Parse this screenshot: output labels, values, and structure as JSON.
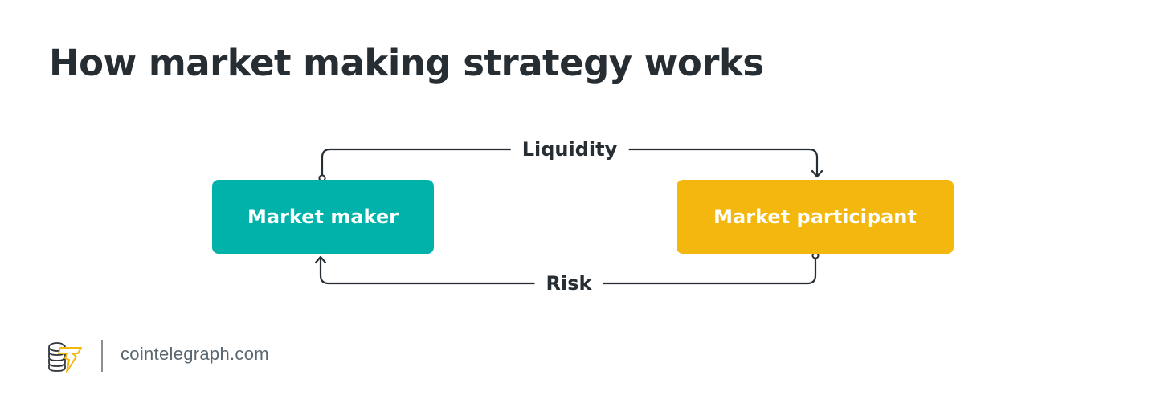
{
  "title": "How market making strategy works",
  "diagram": {
    "nodes": [
      {
        "id": "market-maker",
        "label": "Market maker",
        "color": "#00b2a9"
      },
      {
        "id": "market-participant",
        "label": "Market participant",
        "color": "#f4b70e"
      }
    ],
    "flows": [
      {
        "label": "Liquidity",
        "from": "Market maker",
        "to": "Market participant",
        "direction": "top, left-to-right"
      },
      {
        "label": "Risk",
        "from": "Market participant",
        "to": "Market maker",
        "direction": "bottom, right-to-left"
      }
    ],
    "line_color": "#262e34"
  },
  "footer": {
    "logo_icon": "cointelegraph-logo-icon",
    "logo_accent_color": "#f4b70e",
    "site": "cointelegraph.com"
  }
}
